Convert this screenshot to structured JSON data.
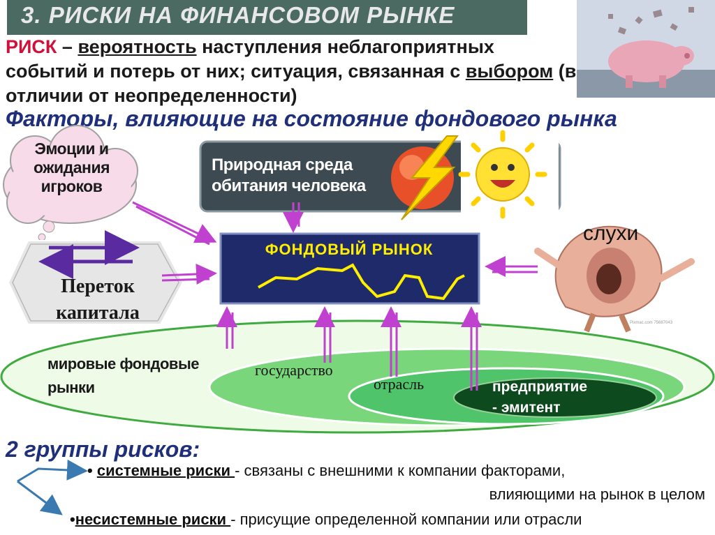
{
  "title": "3. РИСКИ  НА ФИНАНСОВОМ РЫНКЕ",
  "definition": {
    "term": "РИСК",
    "dash": " – ",
    "word1": "вероятность",
    "part1": " наступления неблагоприятных событий и потерь от них; ситуация, связанная с ",
    "word2": "выбором",
    "part2": " (в отличии от неопределенности)"
  },
  "factors_heading": "Факторы, влияющие на состояние фондового рынка",
  "diagram": {
    "emotions": [
      "Эмоции и",
      "ожидания",
      "игроков"
    ],
    "environment": [
      "Природная среда",
      "обитания человека"
    ],
    "capital": [
      "Переток",
      "капитала"
    ],
    "market": "ФОНДОВЫЙ РЫНОК",
    "rumors": "слухи",
    "world_markets": [
      "мировые фондовые",
      "рынки"
    ],
    "state": "государство",
    "industry": "отрасль",
    "enterprise": [
      "предприятие",
      "- эмитент"
    ],
    "ear_caption": "Pixmac.com 75687043"
  },
  "risk_groups": {
    "heading": "2 группы рисков:",
    "items": [
      {
        "bullet": "• ",
        "name": "системные риски ",
        "rest1": "- связаны с внешними к компании факторами,",
        "rest2": "влияющими на рынок в целом"
      },
      {
        "bullet": "•",
        "name": "несистемные риски ",
        "rest1": "- присущие определенной компании или отрасли"
      }
    ]
  },
  "colors": {
    "title_bar": "#4a6a62",
    "heading": "#1f2f7a",
    "term": "#d0103a",
    "market_box": "#1e2a6a",
    "arrow": "#c040d0",
    "ellipse": "#5fd35f"
  }
}
